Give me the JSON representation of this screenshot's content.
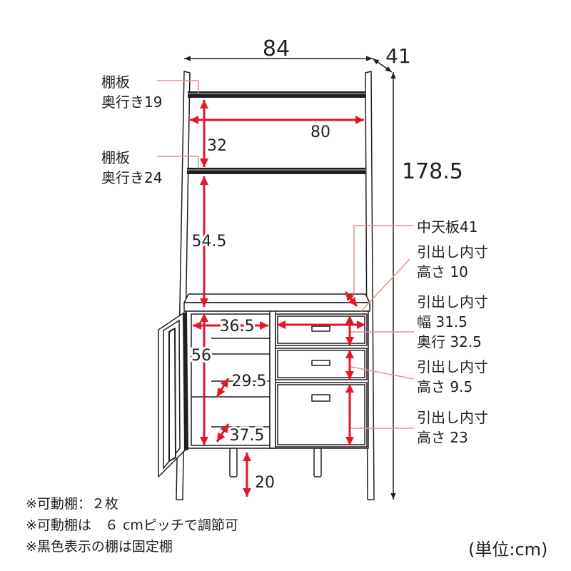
{
  "colors": {
    "dimension_arrow": "#e4162b",
    "leader_line": "#ee8e8e",
    "outline": "#231f20",
    "fixed_shelf": "#231f20",
    "background": "#ffffff"
  },
  "overall": {
    "width": "84",
    "depth": "41",
    "height": "178.5"
  },
  "upper": {
    "shelf_gap": "32",
    "shelf_width": "80",
    "lower_gap": "54.5",
    "shelf_top": {
      "line1": "棚板",
      "line2": "奥行き19"
    },
    "shelf_second": {
      "line1": "棚板",
      "line2": "奥行き24"
    }
  },
  "cabinet": {
    "mid_top": "中天板41",
    "inner_width": "36.5",
    "inner_height": "56",
    "shelf_depth": "29.5",
    "floor_depth": "37.5",
    "leg_height": "20"
  },
  "drawers": {
    "top": {
      "line1": "引出し内寸",
      "line2": "高さ 10"
    },
    "size": {
      "line1": "引出し内寸",
      "line2": "幅 31.5",
      "line3": "奥行 32.5"
    },
    "middle": {
      "line1": "引出し内寸",
      "line2": "高さ 9.5"
    },
    "bottom": {
      "line1": "引出し内寸",
      "line2": "高さ 23"
    }
  },
  "notes": [
    "※可動棚：２枚",
    "※可動棚は　６ cmピッチで調節可",
    "※黒色表示の棚は固定棚"
  ],
  "unit": "(単位:cm)"
}
